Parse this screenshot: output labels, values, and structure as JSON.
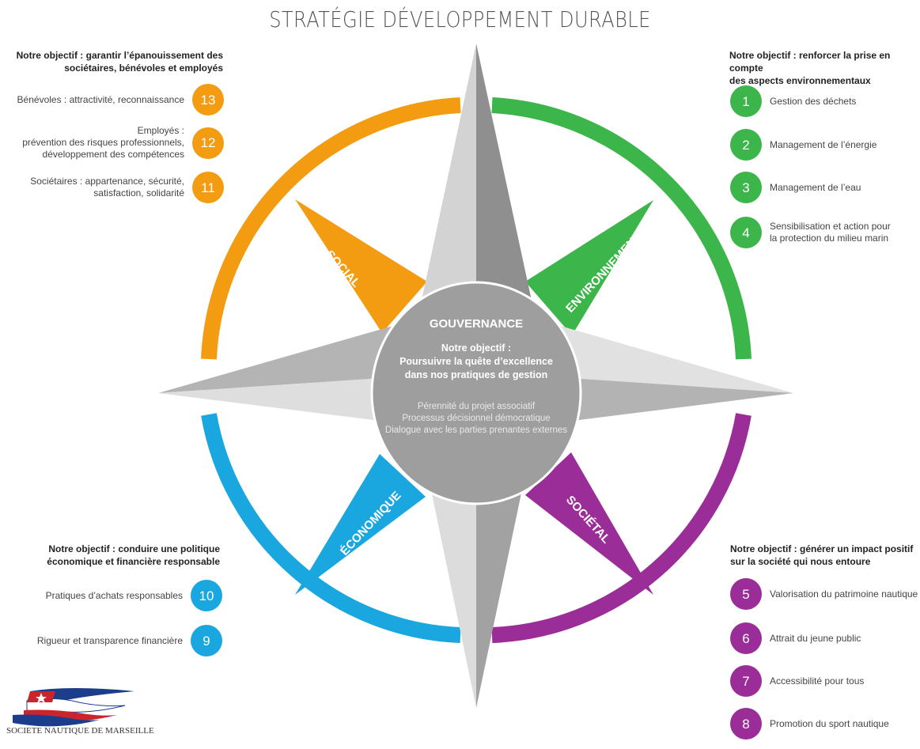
{
  "title": "STRATÉGIE DÉVELOPPEMENT DURABLE",
  "colors": {
    "social": "#f39c12",
    "environnemental": "#3cb54a",
    "economique": "#1aa7df",
    "societal": "#9b2d98",
    "gouvernance": "#9e9e9e"
  },
  "pillars": {
    "social": "SOCIAL",
    "environnemental": "ENVIRONNEMENTAL",
    "economique": "ÉCONOMIQUE",
    "societal": "SOCIÉTAL"
  },
  "gouvernance": {
    "title": "GOUVERNANCE",
    "objective": "Notre objectif :\nPoursuivre la quête d’excellence\ndans nos pratiques de gestion",
    "items": "Pérennité du projet associatif\nProcessus décisionnel démocratique\nDialogue avec les parties prenantes externes"
  },
  "social": {
    "objective": "Notre objectif : garantir l’épanouissement des\nsociétaires, bénévoles et employés",
    "items": [
      {
        "num": "13",
        "text": "Bénévoles : attractivité, reconnaissance"
      },
      {
        "num": "12",
        "text": "Employés :\nprévention des risques professionnels,\ndéveloppement des compétences"
      },
      {
        "num": "11",
        "text": "Sociétaires : appartenance, sécurité,\nsatisfaction, solidarité"
      }
    ]
  },
  "environnemental": {
    "objective": "Notre objectif : renforcer la prise en compte\ndes aspects environnementaux",
    "items": [
      {
        "num": "1",
        "text": "Gestion des déchets"
      },
      {
        "num": "2",
        "text": "Management de l’énergie"
      },
      {
        "num": "3",
        "text": "Management de l’eau"
      },
      {
        "num": "4",
        "text": "Sensibilisation et action pour\nla protection du milieu marin"
      }
    ]
  },
  "economique": {
    "objective": "Notre objectif : conduire une politique\néconomique et financière responsable",
    "items": [
      {
        "num": "10",
        "text": "Pratiques d’achats responsables"
      },
      {
        "num": "9",
        "text": "Rigueur et transparence financière"
      }
    ]
  },
  "societal": {
    "objective": "Notre objectif : générer un impact positif\nsur la société qui nous entoure",
    "items": [
      {
        "num": "5",
        "text": "Valorisation du patrimoine nautique"
      },
      {
        "num": "6",
        "text": "Attrait du jeune public"
      },
      {
        "num": "7",
        "text": "Accessibilité pour tous"
      },
      {
        "num": "8",
        "text": "Promotion du sport nautique"
      }
    ]
  },
  "logo": {
    "text": "SOCIETE NAUTIQUE DE MARSEILLE"
  }
}
